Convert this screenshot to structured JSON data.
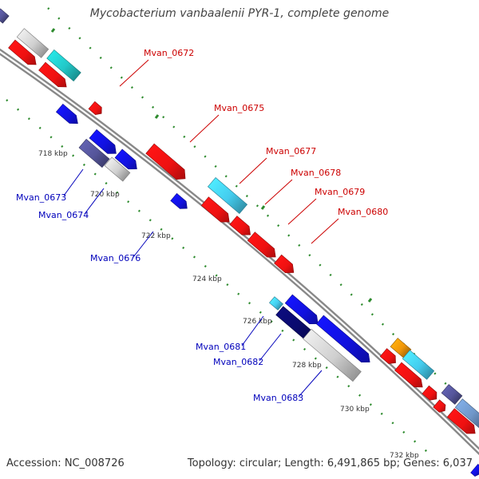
{
  "title": "Mycobacterium vanbaalenii PYR-1, complete genome",
  "footer": {
    "accession": "Accession: NC_008726",
    "summary": "Topology: circular; Length: 6,491,865 bp; Genes: 6,037"
  },
  "colors": {
    "backbone": "#888888",
    "tick": "#2e8b2e",
    "forward_label": "#cc0000",
    "reverse_label": "#0000bb",
    "kbp_label": "#333333"
  },
  "ticks": [
    "718 kbp",
    "720 kbp",
    "722 kbp",
    "724 kbp",
    "726 kbp",
    "728 kbp",
    "730 kbp",
    "732 kbp"
  ],
  "forward_genes": [
    "Mvan_0672",
    "Mvan_0675",
    "Mvan_0677",
    "Mvan_0678",
    "Mvan_0679",
    "Mvan_0680"
  ],
  "reverse_genes": [
    "Mvan_0673",
    "Mvan_0674",
    "Mvan_0676",
    "Mvan_0681",
    "Mvan_0682",
    "Mvan_0683"
  ],
  "feature_colors": {
    "red": "#ee1111",
    "blue": "#1111dd",
    "grey": "#cfcfcf",
    "teal": "#22c8c8",
    "cyan": "#44ccee",
    "purple": "#55559a",
    "navy": "#0a0a6e",
    "orange": "#f0960a",
    "steel": "#6f96c8"
  }
}
